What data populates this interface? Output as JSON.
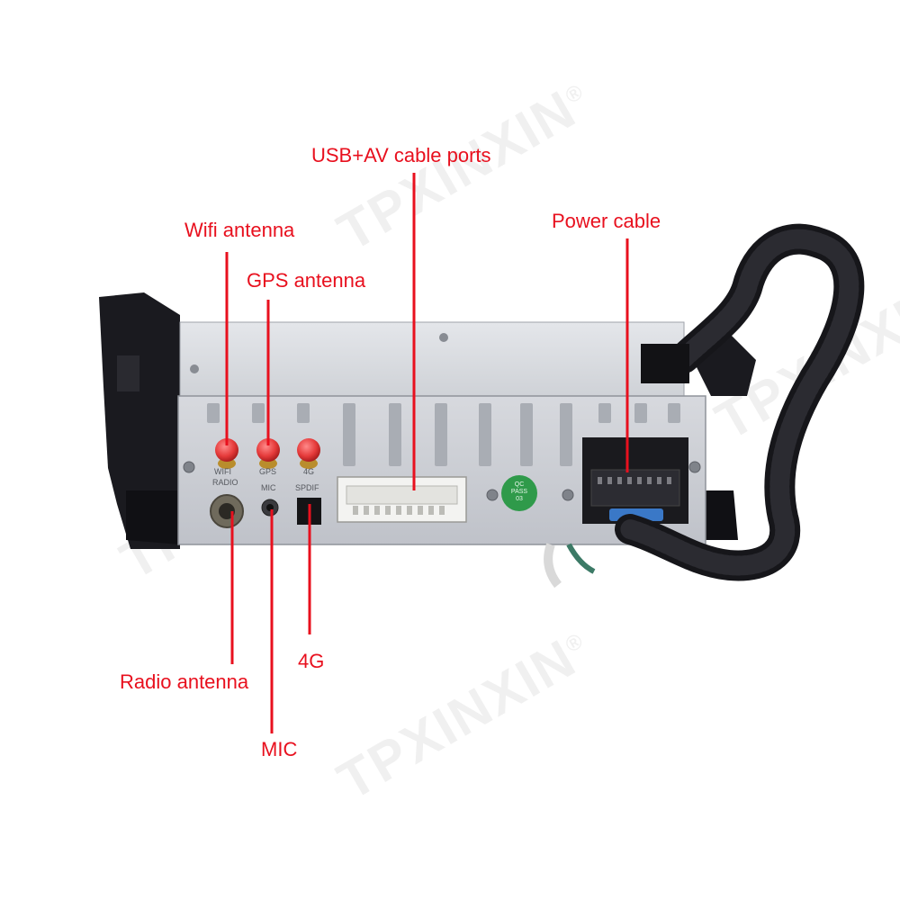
{
  "watermark": "TPXINXIN",
  "colors": {
    "callout": "#e8101e",
    "panel": "#c9ccd3",
    "cable": "#16161a",
    "antenna": "#e53a3a"
  },
  "panel_labels": {
    "wifi": "WIFI",
    "gps": "GPS",
    "g4": "4G",
    "radio": "RADIO",
    "mic": "MIC",
    "spdif": "SPDIF",
    "qc_line1": "QC",
    "qc_line2": "PASS",
    "qc_line3": "03"
  },
  "callouts": {
    "usb_av": "USB+AV cable ports",
    "wifi": "Wifi antenna",
    "gps": "GPS antenna",
    "power": "Power cable",
    "radio": "Radio antenna",
    "g4": "4G",
    "mic": "MIC"
  }
}
